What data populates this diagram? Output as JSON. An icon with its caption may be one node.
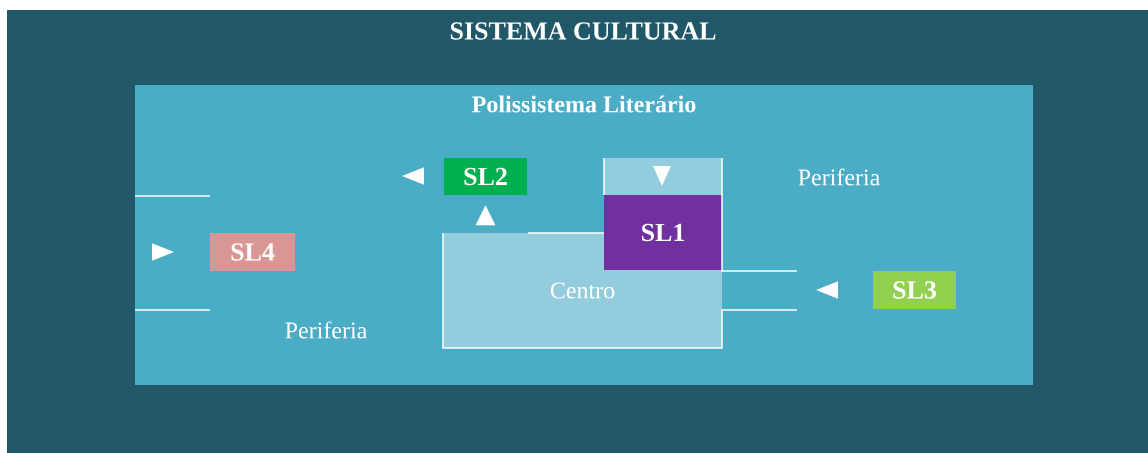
{
  "diagram": {
    "title": "SISTEMA CULTURAL",
    "nodes": [
      {
        "text": [
          "Polissistema Literário"
        ]
      },
      {
        "text": [
          "Centro"
        ],
        "in": 0
      },
      {
        "text": [
          "SL1"
        ],
        "in": 0
      },
      {
        "text": [
          "SL2"
        ],
        "in": 0
      },
      {
        "text": [
          "SL3"
        ],
        "in": 0
      },
      {
        "text": [
          "SL4"
        ],
        "in": 0
      }
    ],
    "edges": [
      {
        "from": 1,
        "to": 3,
        "arrow": "to"
      }
    ],
    "labels": [
      "Periferia",
      "Periferia"
    ]
  }
}
